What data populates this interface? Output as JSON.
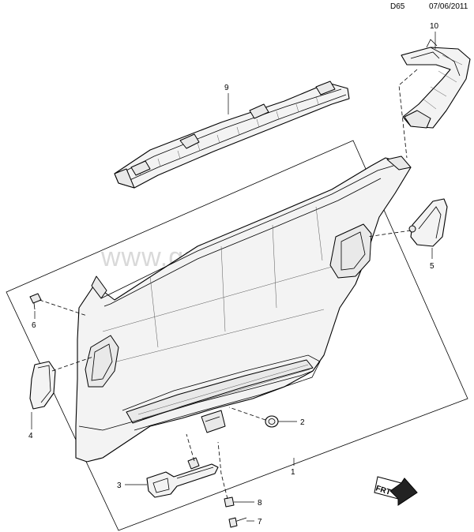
{
  "header": {
    "code": "D65",
    "date": "07/06/2011"
  },
  "watermark": "www.gmsklad.ru",
  "callouts": [
    {
      "id": "c1",
      "label": "1"
    },
    {
      "id": "c2",
      "label": "2"
    },
    {
      "id": "c3",
      "label": "3"
    },
    {
      "id": "c4",
      "label": "4"
    },
    {
      "id": "c5",
      "label": "5"
    },
    {
      "id": "c6",
      "label": "6"
    },
    {
      "id": "c7",
      "label": "7"
    },
    {
      "id": "c8",
      "label": "8"
    },
    {
      "id": "c9",
      "label": "9"
    },
    {
      "id": "c10",
      "label": "10"
    }
  ],
  "front_arrow": {
    "label": "FRT",
    "icon": "front-direction-arrow-icon"
  }
}
